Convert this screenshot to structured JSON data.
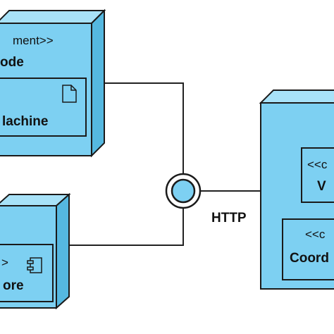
{
  "colors": {
    "node_fill": "#7dd0f2",
    "node_top_face": "#a8e2f8",
    "node_side_face": "#55b8e0",
    "stroke": "#1a1a1a",
    "line": "#222222",
    "background": "#ffffff"
  },
  "nodes": {
    "top_left": {
      "stereotype": "ment>>",
      "name": "ode",
      "artifact": {
        "name": "lachine",
        "icon": "document-icon"
      }
    },
    "bottom_left": {
      "component": {
        "stereotype": ">",
        "name": "ore",
        "icon": "component-icon"
      }
    },
    "right": {
      "component_top": {
        "stereotype": "<<c",
        "name": "V"
      },
      "component_bottom": {
        "stereotype": "<<c",
        "name": "Coord"
      }
    }
  },
  "interface": {
    "label": "HTTP"
  }
}
